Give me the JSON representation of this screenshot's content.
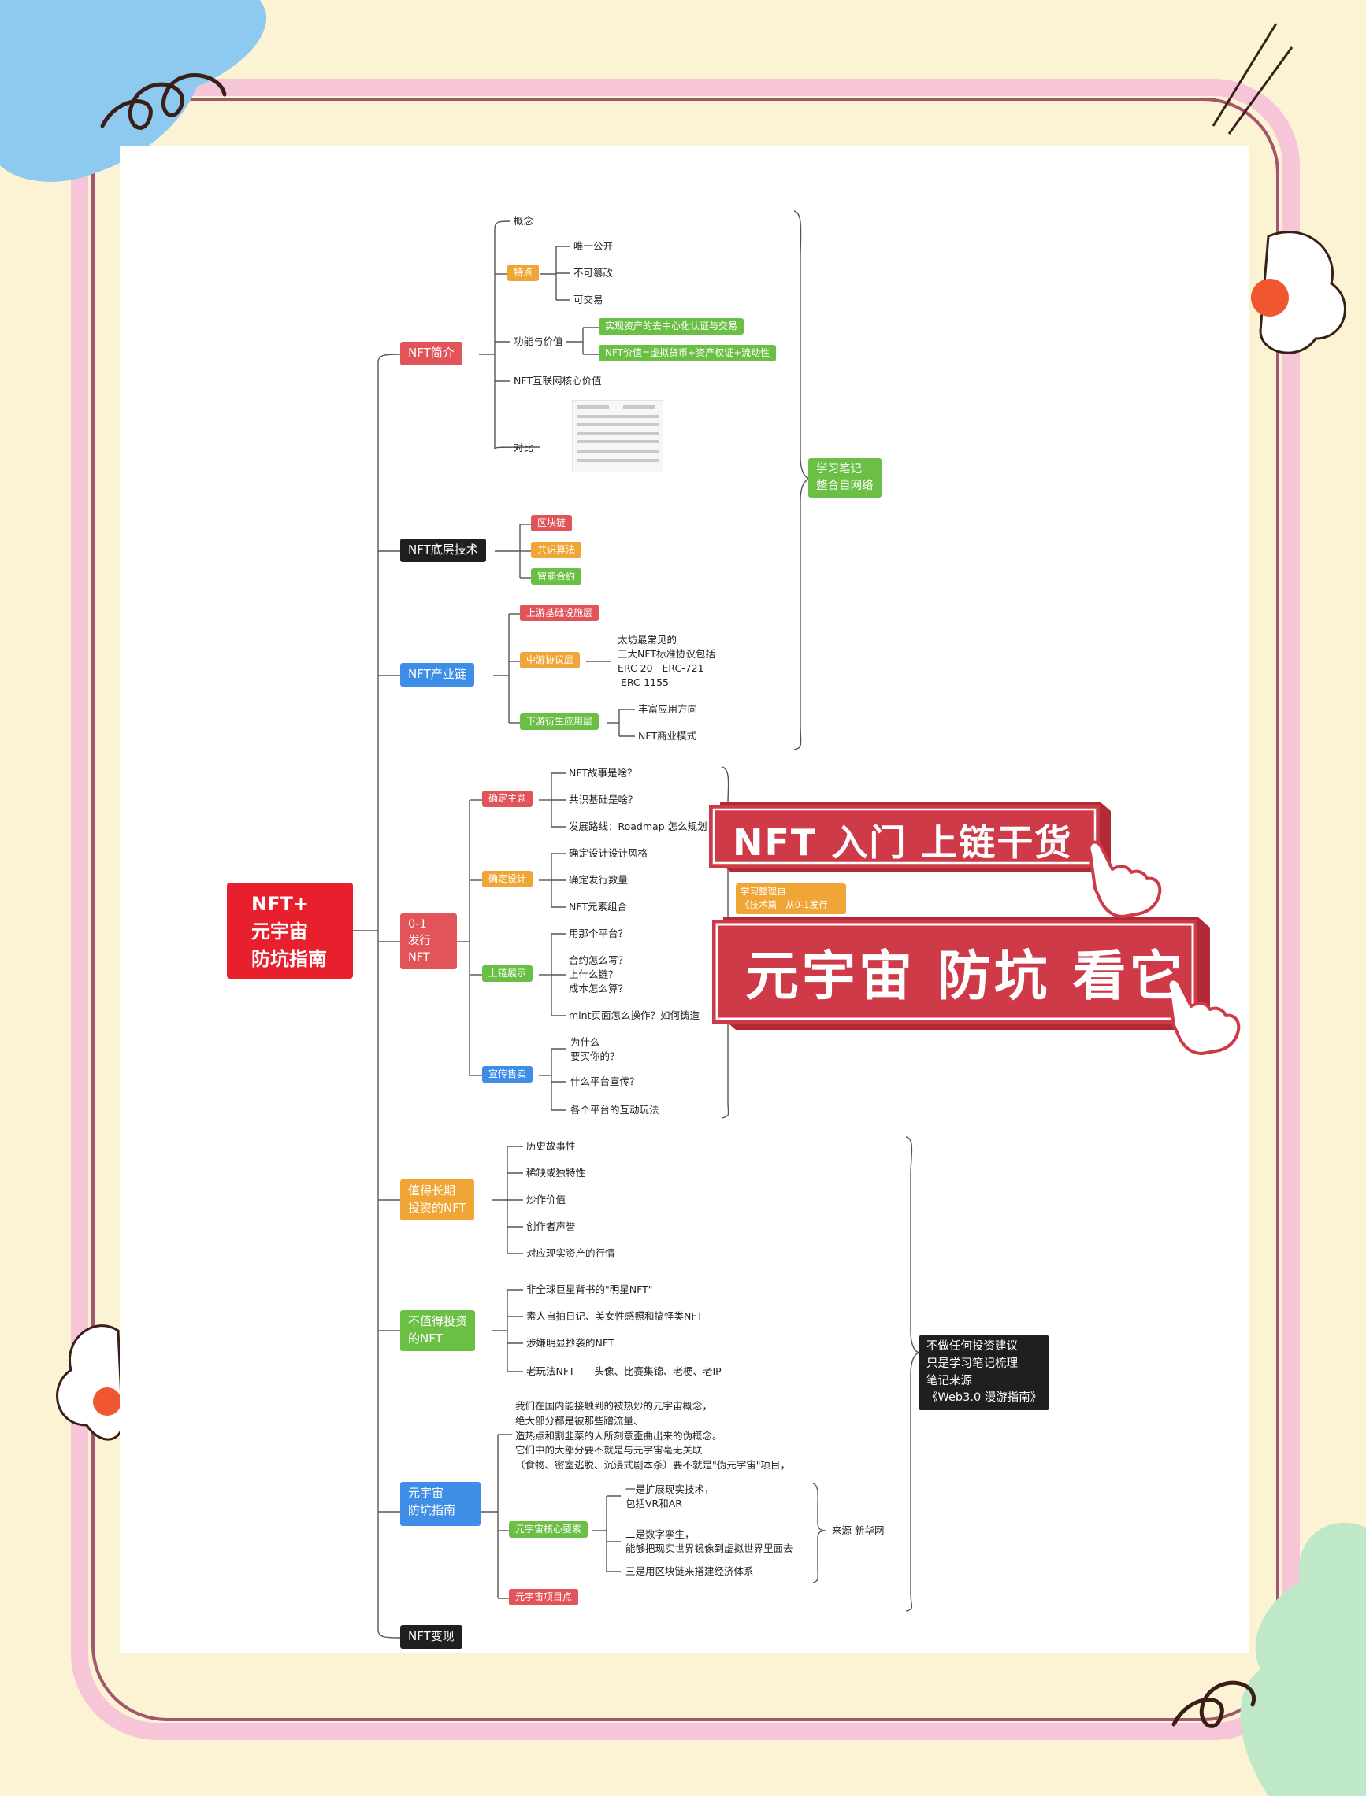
{
  "root": "NFT+\n元宇宙\n防坑指南",
  "branches": {
    "intro": {
      "label": "NFT简介",
      "concept": "概念",
      "features": {
        "label": "特点",
        "items": [
          "唯一公开",
          "不可篡改",
          "可交易"
        ]
      },
      "function": {
        "label": "功能与价值",
        "items": [
          "实现资产的去中心化认证与交易",
          "NFT价值=虚拟货币+资产权证+流动性"
        ]
      },
      "core_value": "NFT互联网核心价值",
      "compare": "对比"
    },
    "tech": {
      "label": "NFT底层技术",
      "items": [
        "区块链",
        "共识算法",
        "智能合约"
      ]
    },
    "industry": {
      "label": "NFT产业链",
      "upstream": "上游基础设施层",
      "midstream": "中游协议层",
      "mid_note": "太坊最常见的\n三大NFT标准协议包括\nERC 20   ERC-721\n ERC-1155",
      "downstream": "下游衍生应用层",
      "down_items": [
        "丰富应用方向",
        "NFT商业模式"
      ]
    },
    "issue": {
      "label": "0-1\n发行\nNFT",
      "theme": {
        "label": "确定主题",
        "items": [
          "NFT故事是啥？",
          "共识基础是啥？",
          "发展路线：Roadmap 怎么规划"
        ]
      },
      "design": {
        "label": "确定设计",
        "items": [
          "确定设计设计风格",
          "确定发行数量",
          "NFT元素组合"
        ]
      },
      "chain": {
        "label": "上链展示",
        "items": [
          "用那个平台？",
          "合约怎么写？\n上什么链？\n成本怎么算？",
          "mint页面怎么操作？如何铸造"
        ]
      },
      "promo": {
        "label": "宣传售卖",
        "items": [
          "为什么\n要买你的？",
          "什么平台宣传？",
          "各个平台的互动玩法"
        ]
      },
      "tag": "学习整理自\n《技术篇 | 从0-1发行"
    },
    "worth": {
      "label": "值得长期\n投资的NFT",
      "items": [
        "历史故事性",
        "稀缺或独特性",
        "炒作价值",
        "创作者声誉",
        "对应现实资产的行情"
      ]
    },
    "notworth": {
      "label": "不值得投资\n的NFT",
      "items": [
        "非全球巨星背书的\"明星NFT\"",
        "素人自拍日记、美女性感照和搞怪类NFT",
        "涉嫌明显抄袭的NFT",
        "老玩法NFT——头像、比赛集锦、老梗、老IP"
      ]
    },
    "meta": {
      "label": "元宇宙\n防坑指南",
      "intro_text": "我们在国内能接触到的被热炒的元宇宙概念，\n绝大部分都是被那些蹭流量、\n造热点和割韭菜的人所刻意歪曲出来的伪概念。\n它们中的大部分要不就是与元宇宙毫无关联\n（食物、密室逃脱、沉浸式剧本杀）要不就是\"伪元宇宙\"项目，",
      "core": {
        "label": "元宇宙核心要素",
        "items": [
          "一是扩展现实技术，\n包括VR和AR",
          "二是数字孪生，\n能够把现实世界镜像到虚拟世界里面去",
          "三是用区块链来搭建经济体系"
        ]
      },
      "source": "来源 新华网",
      "project": "元宇宙项目点"
    },
    "exit": {
      "label": "NFT变现"
    }
  },
  "notes": {
    "study": "学习笔记\n整合自网络",
    "disclaimer": "不做任何投资建议\n只是学习笔记梳理\n笔记来源\n《Web3.0 漫游指南》"
  },
  "banners": {
    "top": "NFT 入门 上链干货",
    "bottom": "元宇宙 防坑 看它"
  },
  "colors": {
    "red": "#e0545a",
    "root_red": "#e8202e",
    "banner_red": "#cf3a48",
    "green": "#6cbf45",
    "orange": "#f0a637",
    "blue": "#3e8ee8",
    "dark": "#1f1f1f"
  }
}
